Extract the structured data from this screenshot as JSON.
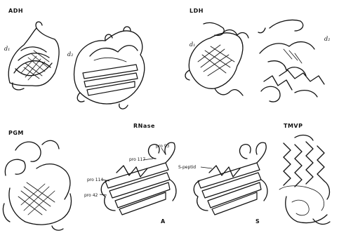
{
  "panels": {
    "adh": {
      "label": "ADH",
      "domain_1": "d₁",
      "domain_2": "d₂"
    },
    "ldh": {
      "label": "LDH",
      "domain_1": "d₁",
      "domain_2": "d₂"
    },
    "pgm": {
      "label": "PGM"
    },
    "rnase": {
      "label": "RNase",
      "annotations": [
        "pro 93",
        "pro 117",
        "pro 114",
        "pro 42",
        "S-peptid"
      ],
      "view_a": "A",
      "view_s": "S"
    },
    "tmvp": {
      "label": "TMVP"
    }
  }
}
